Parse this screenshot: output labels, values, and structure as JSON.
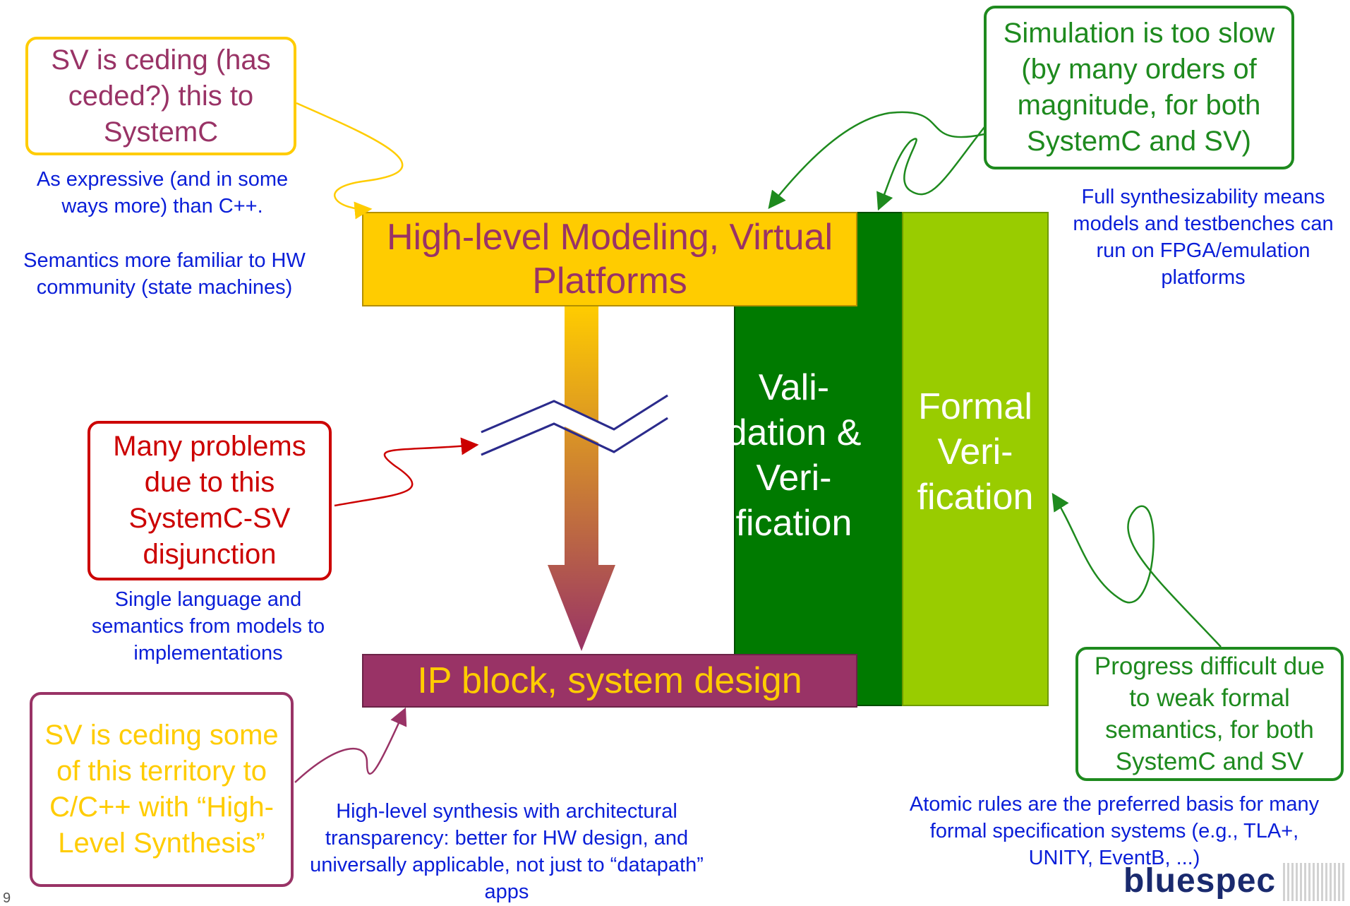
{
  "callouts": {
    "sv_ceding_systemc": "SV is ceding (has ceded?) this to SystemC",
    "simulation_slow": "Simulation is too slow (by many orders of magnitude, for both SystemC and SV)",
    "many_problems": "Many problems due to this SystemC-SV disjunction",
    "sv_ceding_hls": "SV is ceding some of this territory to C/C++ with “High-Level Synthesis”",
    "progress_difficult": "Progress difficult due to weak formal semantics, for both SystemC and SV"
  },
  "notes": {
    "expressive": "As expressive (and in some ways more) than C++.",
    "semantics_familiar": "Semantics more familiar to HW community (state machines)",
    "full_synth": "Full synthesizability means models and testbenches can run on FPGA/emulation platforms",
    "single_language": "Single language and semantics from models to implementations",
    "hls_transparency": "High-level synthesis with architectural transparency: better for HW design, and universally applicable, not just to “datapath” apps",
    "atomic_rules": "Atomic rules are the preferred basis for many formal specification systems (e.g., TLA+, UNITY, EventB, ...)"
  },
  "blocks": {
    "high_level": "High-level Modeling, Virtual Platforms",
    "ip_block": "IP block, system design",
    "validation": "Vali- dation & Veri- fication",
    "formal": "Formal Veri- fication"
  },
  "logo": "bluespec",
  "page_number": "9",
  "colors": {
    "yellow_block": "#ffcc00",
    "purple_block": "#993366",
    "dark_green": "#007a00",
    "light_green": "#99cc00",
    "callout_yellow_border": "#ffcc00",
    "callout_green_border": "#1e8a1e",
    "callout_red_border": "#cc0000",
    "callout_purple_border": "#993366",
    "note_blue": "#0a1ed8"
  }
}
